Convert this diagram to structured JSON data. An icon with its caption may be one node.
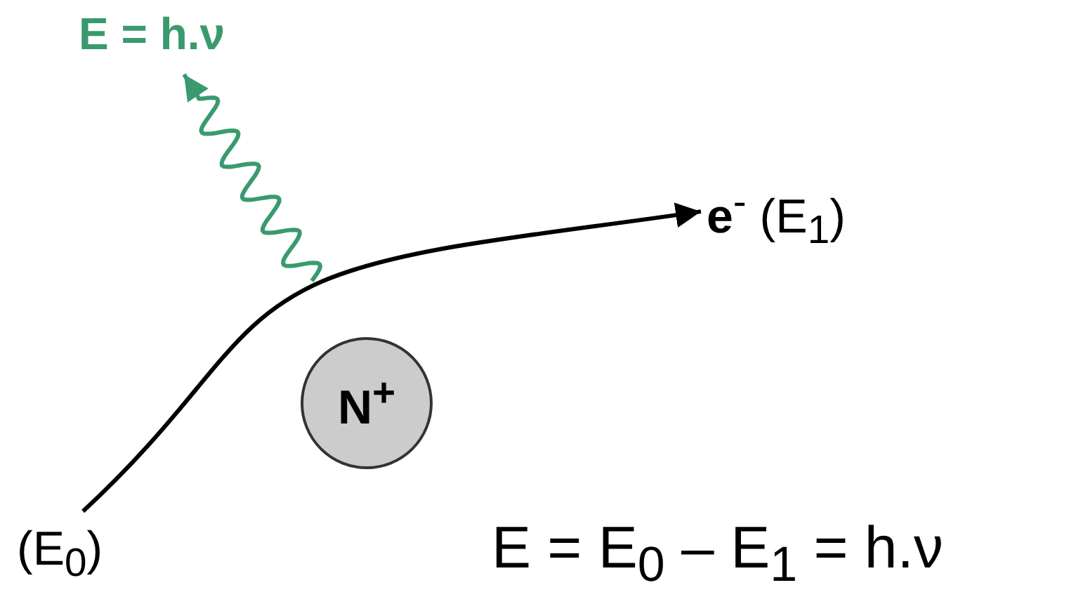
{
  "diagram": {
    "nodes": [
      {
        "text": [
          "(E$_{0}$)"
        ]
      },
      {
        "text": [
          "**e**$^{-}$ (E$_{1}$)"
        ]
      },
      {
        "text": [
          "N$^{+}$"
        ]
      },
      {
        "text": [
          "E = h.ν"
        ]
      }
    ],
    "edges": [
      {
        "from": 0,
        "to": 1,
        "arrow": "to"
      },
      {
        "from": null,
        "to": 3,
        "arrow": "to",
        "color": "#3a9a6e"
      }
    ],
    "labels": [
      "E = E$_{0}$ – E$_{1}$ = h.ν"
    ]
  }
}
